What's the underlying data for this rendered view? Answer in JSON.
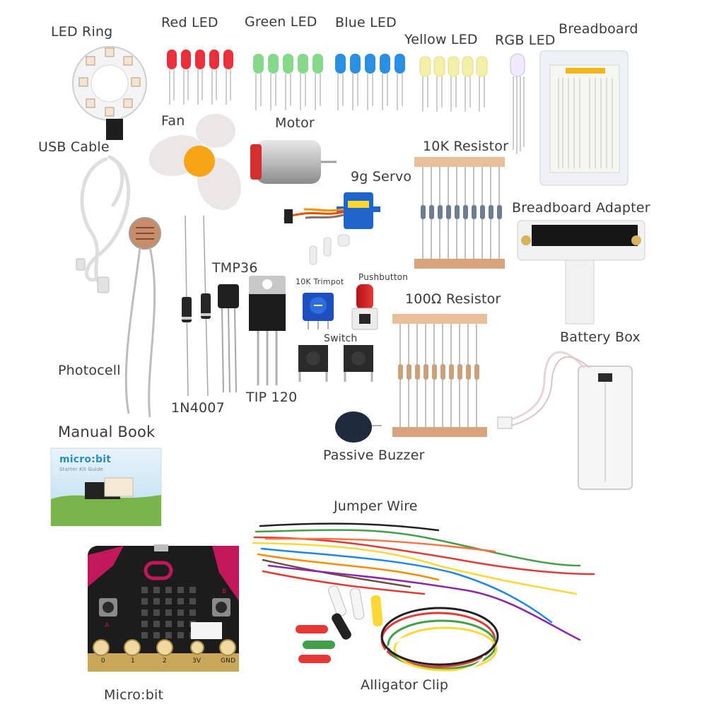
{
  "labels": {
    "led_ring": "LED Ring",
    "red_led": "Red LED",
    "green_led": "Green LED",
    "blue_led": "Blue LED",
    "yellow_led": "Yellow LED",
    "rgb_led": "RGB LED",
    "breadboard": "Breadboard",
    "usb_cable": "USB Cable",
    "fan": "Fan",
    "motor": "Motor",
    "resistor_10k": "10K Resistor",
    "servo": "9g Servo",
    "breadboard_adapter": "Breadboard Adapter",
    "tmp36": "TMP36",
    "trimpot": "10K Trimpot",
    "pushbutton": "Pushbutton",
    "resistor_100": "100Ω Resistor",
    "switch": "Switch",
    "battery_box": "Battery Box",
    "photocell": "Photocell",
    "n4007": "1N4007",
    "tip120": "TIP 120",
    "manual_book": "Manual Book",
    "passive_buzzer": "Passive Buzzer",
    "jumper_wire": "Jumper Wire",
    "microbit": "Micro:bit",
    "alligator_clip": "Alligator Clip"
  },
  "manual": {
    "brand": "micro:bit",
    "subtitle": "Starter Kit Guide"
  },
  "microbit_board": {
    "pins": [
      "0",
      "1",
      "2",
      "3V",
      "GND"
    ],
    "button_a": "A",
    "button_b": "B"
  },
  "colors": {
    "red_led": "#e8303a",
    "green_led": "#7fd67a",
    "blue_led": "#2a8fe0",
    "yellow_led": "#f4f0a8",
    "board": "#1c1c1c",
    "magenta": "#c2185b",
    "gold": "#c9a85a"
  }
}
